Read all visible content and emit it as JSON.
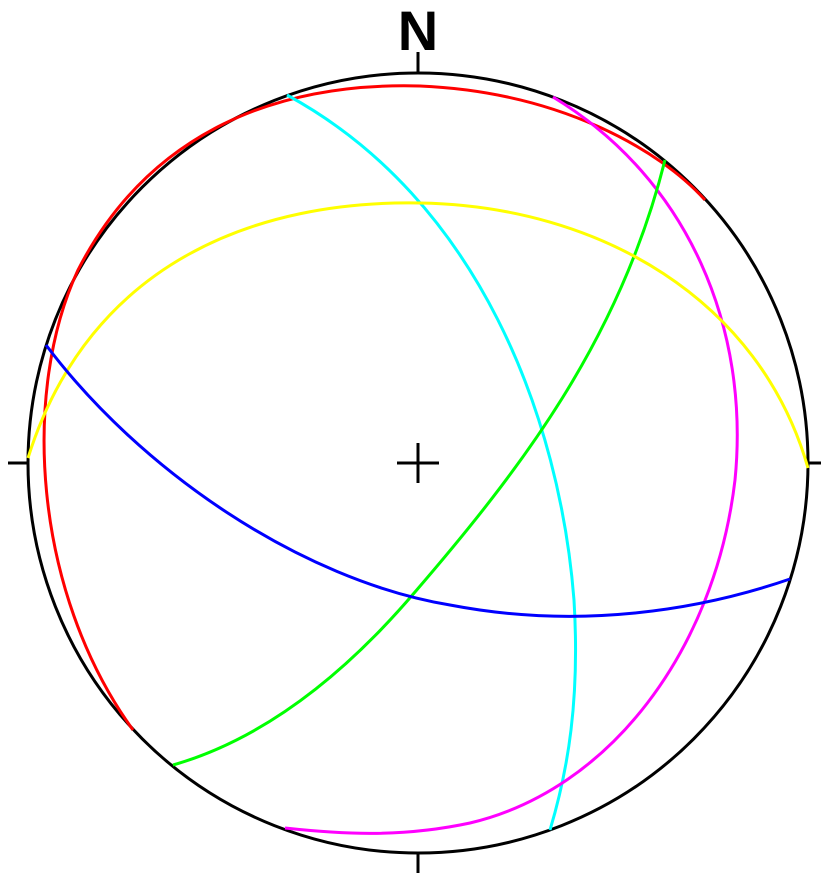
{
  "north_label": "N",
  "colors": {
    "frame": "#000000",
    "red": "#ff0000",
    "cyan": "#00ffff",
    "magenta": "#ff00ff",
    "green": "#00ff00",
    "yellow": "#ffff00",
    "blue": "#0000ff"
  },
  "great_circles": [
    {
      "id": "red-plane",
      "color_key": "red"
    },
    {
      "id": "cyan-plane",
      "color_key": "cyan"
    },
    {
      "id": "magenta-plane",
      "color_key": "magenta"
    },
    {
      "id": "green-plane",
      "color_key": "green"
    },
    {
      "id": "yellow-plane",
      "color_key": "yellow"
    },
    {
      "id": "blue-plane",
      "color_key": "blue"
    }
  ]
}
